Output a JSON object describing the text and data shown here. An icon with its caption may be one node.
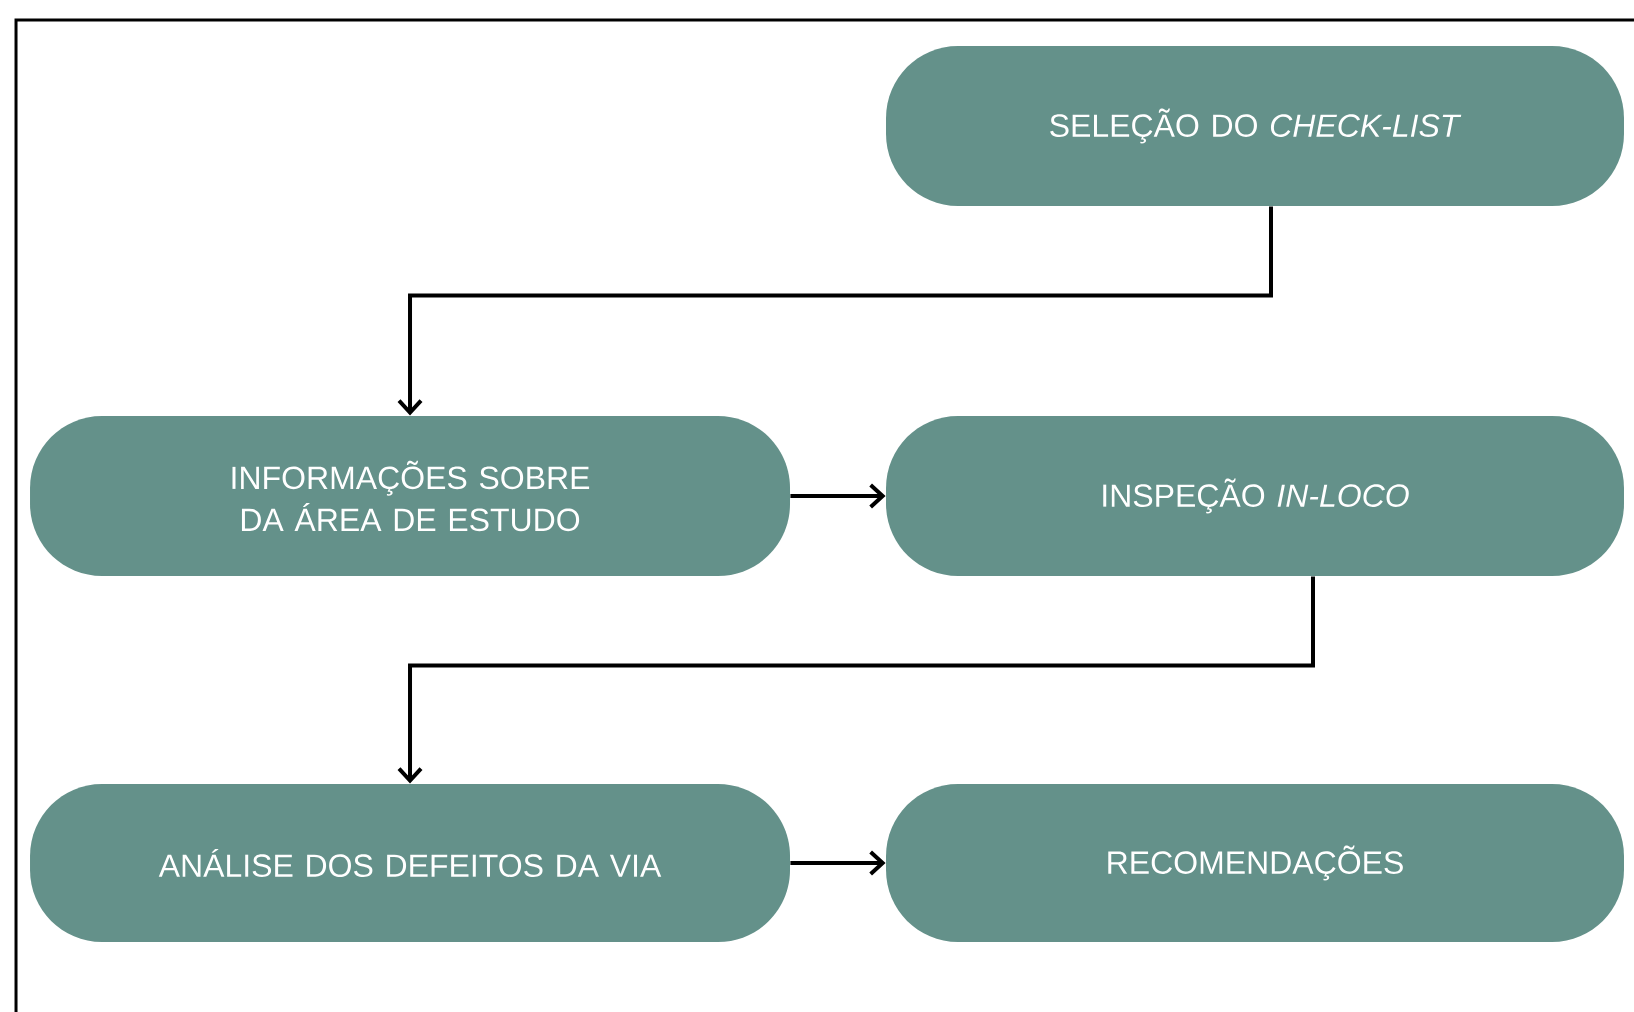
{
  "diagram": {
    "nodes": [
      {
        "text": [
          "SELEÇÃO DO *CHECK-LIST*"
        ]
      },
      {
        "text": [
          "INFORMAÇÕES SOBRE DA ÁREA DE ESTUDO"
        ]
      },
      {
        "text": [
          "INSPEÇÃO *IN-LOCO*"
        ]
      },
      {
        "text": [
          "ANÁLISE DOS DEFEITOS DA VIA"
        ]
      },
      {
        "text": [
          "RECOMENDAÇÕES"
        ]
      }
    ],
    "edges": [
      {
        "from": 0,
        "to": 1,
        "arrow": "to"
      },
      {
        "from": 1,
        "to": 2,
        "arrow": "to"
      },
      {
        "from": 2,
        "to": 3,
        "arrow": "to"
      },
      {
        "from": 3,
        "to": 4,
        "arrow": "to"
      }
    ]
  }
}
